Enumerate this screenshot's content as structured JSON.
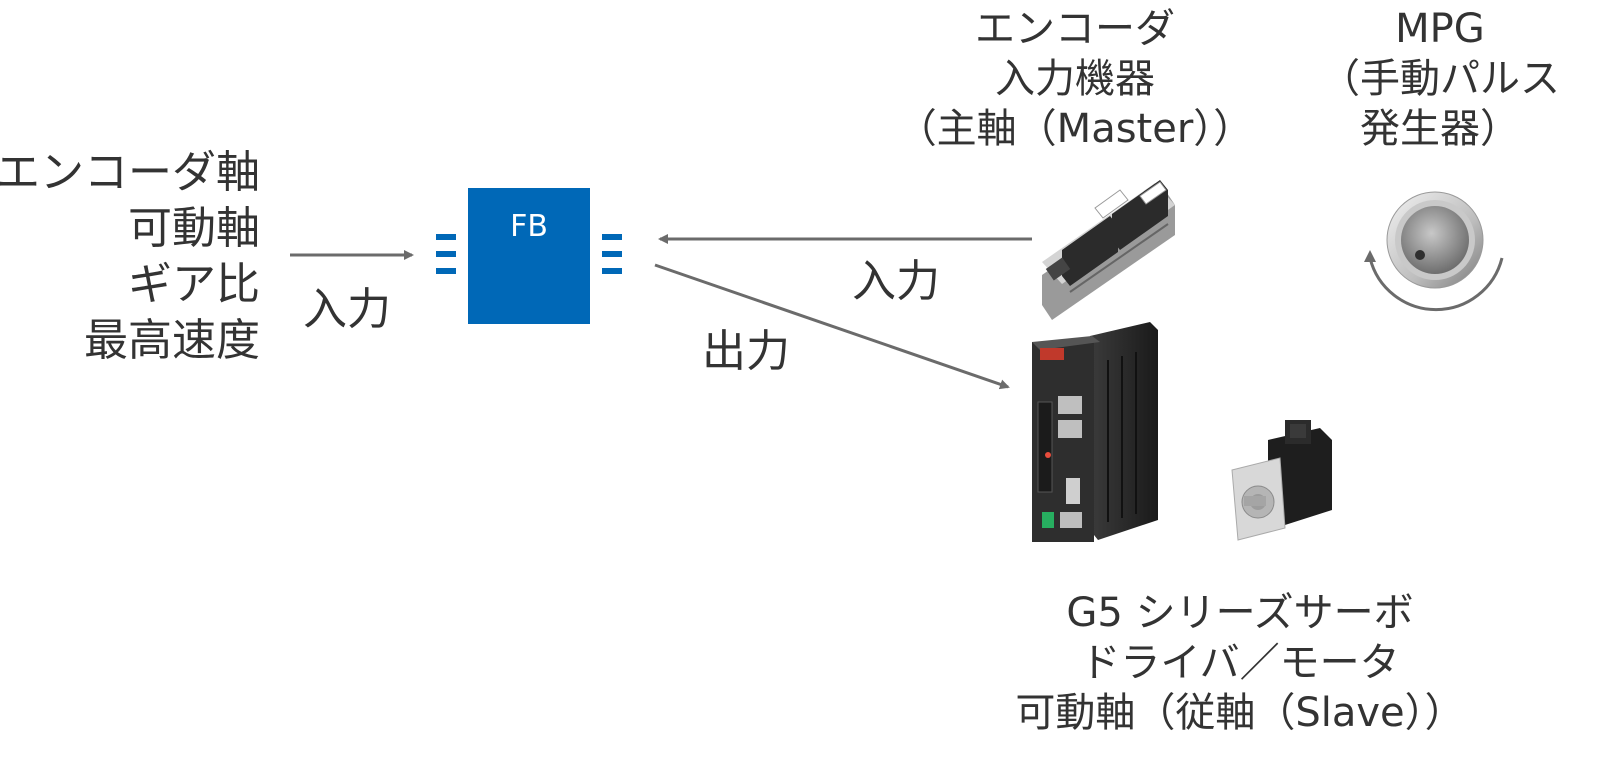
{
  "left_params": [
    "エンコーダ軸",
    "可動軸",
    "ギア比",
    "最高速度"
  ],
  "left_arrow_label": "入力",
  "fb_block_label": "FB",
  "input_arrow_label": "入力",
  "output_arrow_label": "出力",
  "encoder_device_lines": [
    "エンコーダ",
    "入力機器",
    "（主軸（Master））"
  ],
  "mpg_lines": [
    "MPG",
    "（手動パルス",
    "発生器）"
  ],
  "servo_lines": [
    "G5 シリーズサーボ",
    "ドライバ／モータ",
    "可動軸（従軸（Slave））"
  ],
  "colors": {
    "fb_block": "#0068b7",
    "arrow": "#6b6b6b",
    "text": "#333333"
  }
}
